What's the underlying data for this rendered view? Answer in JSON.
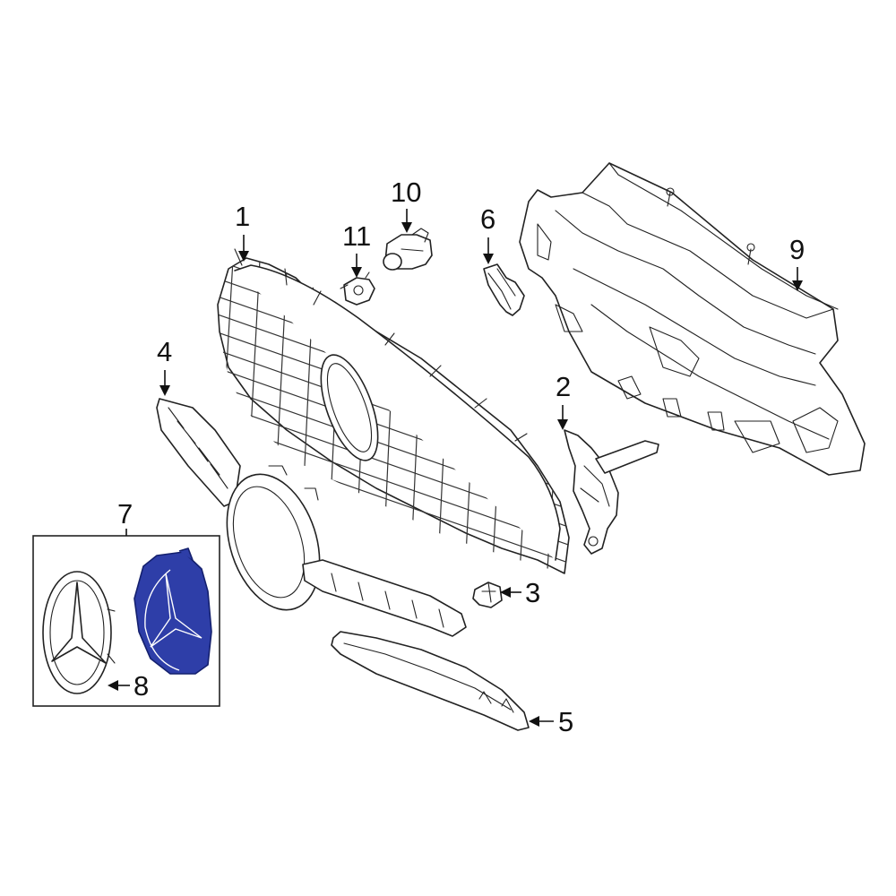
{
  "diagram": {
    "highlight_color": "#2e3ea8",
    "callouts": [
      {
        "id": "1",
        "label": "1"
      },
      {
        "id": "2",
        "label": "2"
      },
      {
        "id": "3",
        "label": "3"
      },
      {
        "id": "4",
        "label": "4"
      },
      {
        "id": "5",
        "label": "5"
      },
      {
        "id": "6",
        "label": "6"
      },
      {
        "id": "7",
        "label": "7"
      },
      {
        "id": "8",
        "label": "8"
      },
      {
        "id": "9",
        "label": "9"
      },
      {
        "id": "10",
        "label": "10"
      },
      {
        "id": "11",
        "label": "11"
      }
    ]
  }
}
